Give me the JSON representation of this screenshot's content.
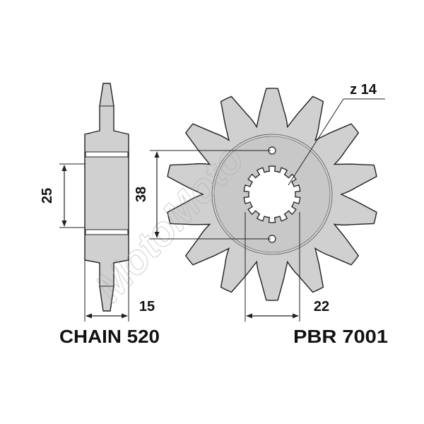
{
  "labels": {
    "chain": "CHAIN 520",
    "part_number": "PBR 7001",
    "teeth": "z 14",
    "dim_hub_height": "25",
    "dim_hole_spacing": "38",
    "dim_width": "15",
    "dim_spline_bore": "22"
  },
  "watermark": "MotoMoto",
  "sprocket": {
    "teeth": 14
  },
  "colors": {
    "part_fill": "#d0d0d0",
    "line": "#222222",
    "band": "#ffffff"
  }
}
